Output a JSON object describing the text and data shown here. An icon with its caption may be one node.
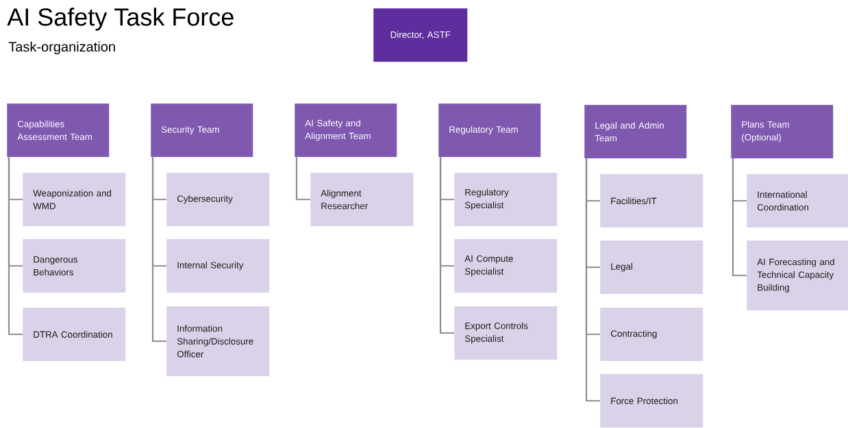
{
  "diagram": {
    "title": "AI Safety Task Force",
    "nodes": [
      {
        "text": [
          "Director, ASTF"
        ]
      },
      {
        "text": [
          "Capabilities Assessment Team"
        ]
      },
      {
        "text": [
          "Weaponization and WMD"
        ]
      },
      {
        "text": [
          "Dangerous Behaviors"
        ]
      },
      {
        "text": [
          "DTRA Coordination"
        ]
      },
      {
        "text": [
          "Security Team"
        ]
      },
      {
        "text": [
          "Cybersecurity"
        ]
      },
      {
        "text": [
          "Internal Security"
        ]
      },
      {
        "text": [
          "Information Sharing/Disclosure Officer"
        ]
      },
      {
        "text": [
          "AI Safety and Alignment Team"
        ]
      },
      {
        "text": [
          "Alignment Researcher"
        ]
      },
      {
        "text": [
          "Regulatory Team"
        ]
      },
      {
        "text": [
          "Regulatory Specialist"
        ]
      },
      {
        "text": [
          "AI Compute Specialist"
        ]
      },
      {
        "text": [
          "Export Controls Specialist"
        ]
      },
      {
        "text": [
          "Legal and Admin Team"
        ]
      },
      {
        "text": [
          "Facilities/IT"
        ]
      },
      {
        "text": [
          "Legal"
        ]
      },
      {
        "text": [
          "Contracting"
        ]
      },
      {
        "text": [
          "Force Protection"
        ]
      },
      {
        "text": [
          "Plans Team (Optional)"
        ]
      },
      {
        "text": [
          "International Coordination"
        ]
      },
      {
        "text": [
          "AI Forecasting and Technical Capacity Building"
        ]
      }
    ],
    "edges": [
      {
        "from": 1,
        "to": 2,
        "arrow": "none"
      },
      {
        "from": 1,
        "to": 3,
        "arrow": "none"
      },
      {
        "from": 1,
        "to": 4,
        "arrow": "none"
      },
      {
        "from": 5,
        "to": 6,
        "arrow": "none"
      },
      {
        "from": 5,
        "to": 7,
        "arrow": "none"
      },
      {
        "from": 5,
        "to": 8,
        "arrow": "none"
      },
      {
        "from": 9,
        "to": 10,
        "arrow": "none"
      },
      {
        "from": 11,
        "to": 12,
        "arrow": "none"
      },
      {
        "from": 11,
        "to": 13,
        "arrow": "none"
      },
      {
        "from": 11,
        "to": 14,
        "arrow": "none"
      },
      {
        "from": 15,
        "to": 16,
        "arrow": "none"
      },
      {
        "from": 15,
        "to": 17,
        "arrow": "none"
      },
      {
        "from": 15,
        "to": 18,
        "arrow": "none"
      },
      {
        "from": 15,
        "to": 19,
        "arrow": "none"
      },
      {
        "from": 20,
        "to": 21,
        "arrow": "none"
      },
      {
        "from": 20,
        "to": 22,
        "arrow": "none"
      }
    ],
    "labels": [
      "Task-organization"
    ]
  }
}
